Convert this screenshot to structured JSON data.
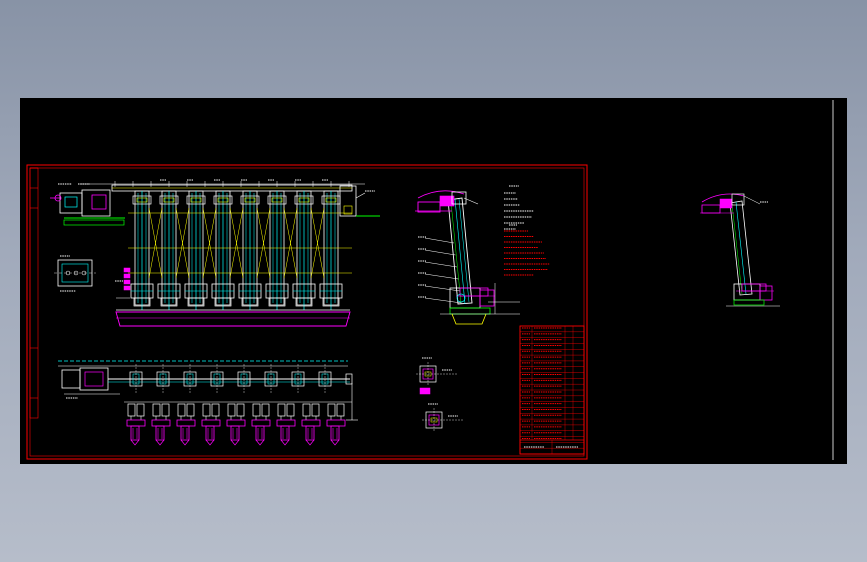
{
  "drawing": {
    "background": "#000000",
    "frame_color": "#ff0000",
    "colors": {
      "white": "#ffffff",
      "yellow": "#ffff00",
      "cyan": "#00ffff",
      "green": "#00ff00",
      "magenta": "#ff00ff",
      "red": "#ff0000",
      "blue": "#4060ff",
      "dim": "#9a9a9a"
    },
    "main_elevation": {
      "column_count": 8
    },
    "plan_view": {
      "spray_head_count": 9
    },
    "title_block": {
      "rows": 22
    }
  }
}
